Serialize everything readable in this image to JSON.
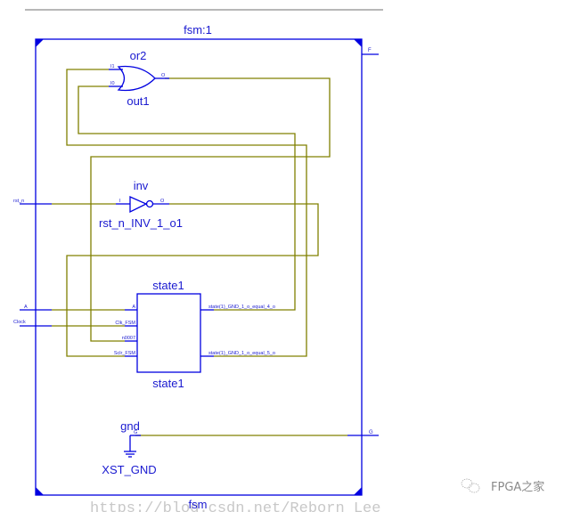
{
  "diagram": {
    "module_title": "fsm:1",
    "module_footer": "fsm",
    "colors": {
      "component": "#0000e0",
      "wire": "#808000",
      "text": "#1a1ad0"
    },
    "ports": {
      "inputs": [
        "rst_n",
        "A",
        "Clock"
      ],
      "outputs": [
        "F",
        "G"
      ]
    },
    "instances": {
      "or_gate": {
        "type": "or2",
        "name": "out1",
        "pins": {
          "in1": "I1",
          "in0": "I0",
          "out": "O"
        }
      },
      "inverter": {
        "type": "inv",
        "name": "rst_n_INV_1_o1",
        "pins": {
          "in": "I",
          "out": "O"
        }
      },
      "state_block": {
        "type": "state1",
        "name": "state1",
        "inputs": [
          "A",
          "Clk_FSM",
          "n0007",
          "Sclr_FSM"
        ],
        "outputs": [
          "state(1)_GND_1_o_equal_4_o",
          "state(1)_GND_1_o_equal_5_o"
        ]
      },
      "ground": {
        "type": "gnd",
        "name": "XST_GND",
        "pin": "G"
      }
    }
  },
  "watermark": {
    "url": "https://blog.csdn.net/Reborn_Lee",
    "brand": "FPGA之家"
  }
}
